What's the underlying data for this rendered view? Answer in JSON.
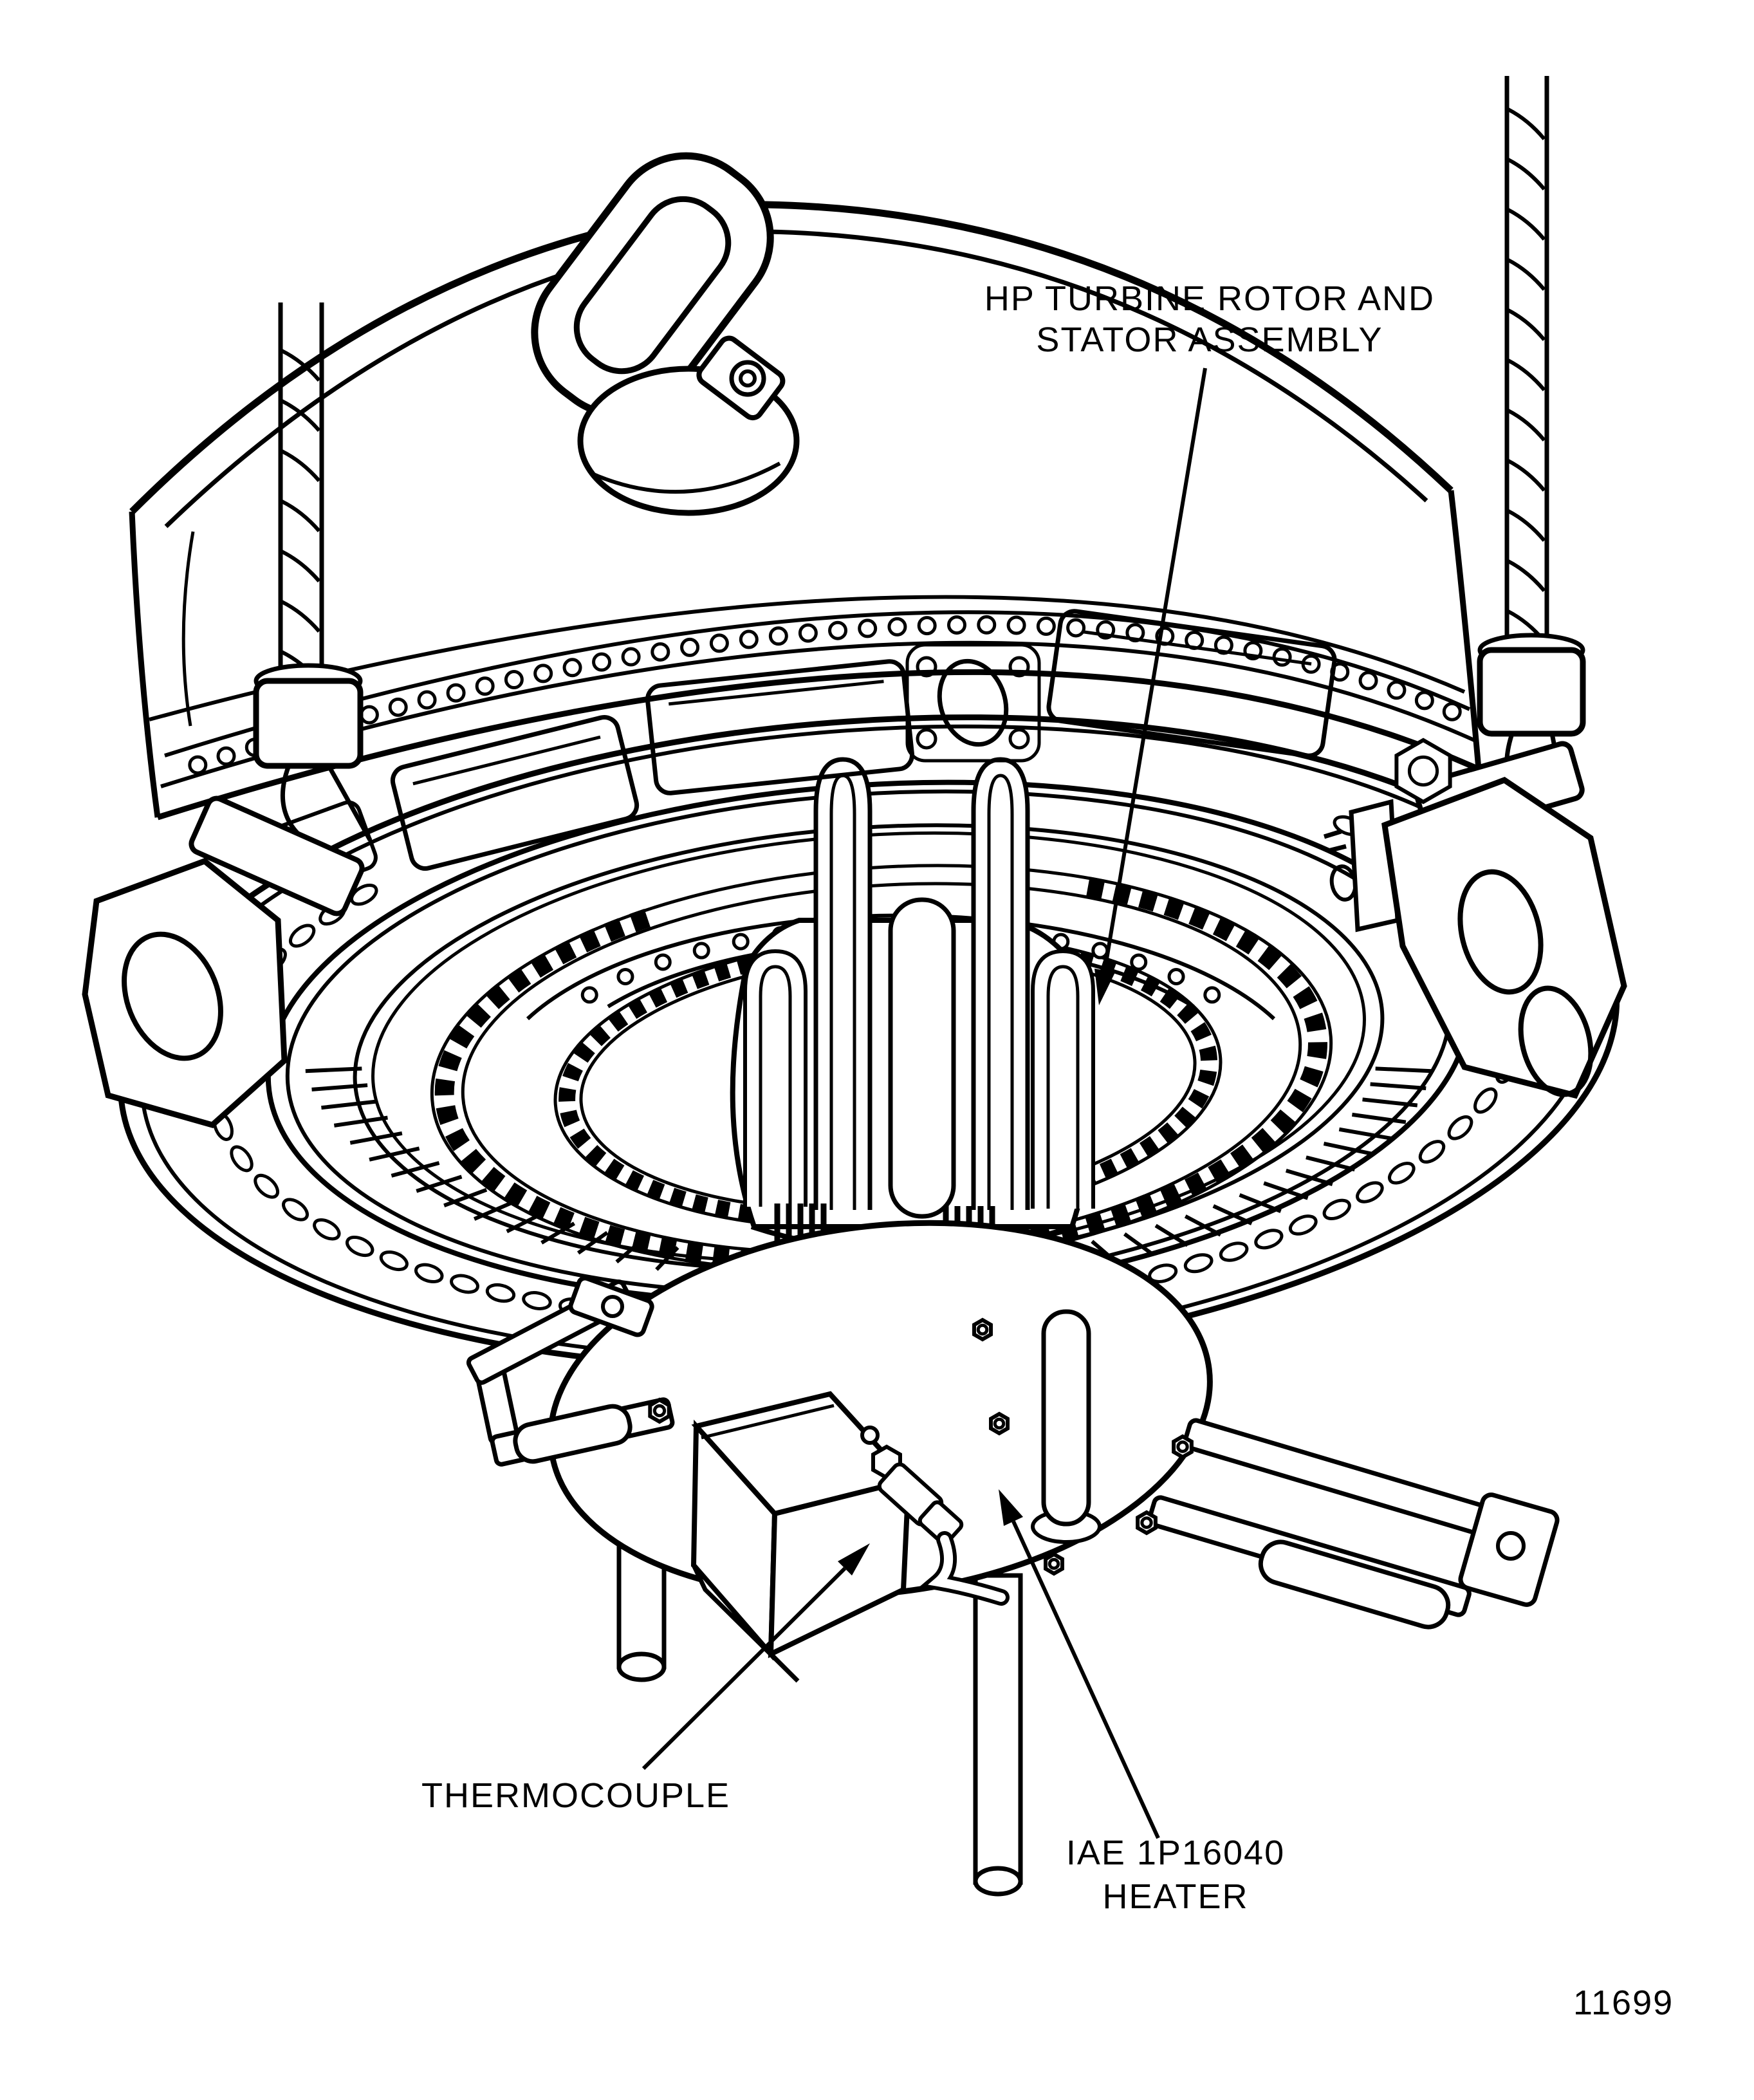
{
  "labels": {
    "assembly_line1": "HP TURBINE ROTOR AND",
    "assembly_line2": "STATOR ASSEMBLY",
    "thermocouple": "THERMOCOUPLE",
    "heater_line1": "IAE 1P16040",
    "heater_line2": "HEATER",
    "figure_number": "11699"
  },
  "colors": {
    "ink": "#000000",
    "paper": "#ffffff"
  }
}
